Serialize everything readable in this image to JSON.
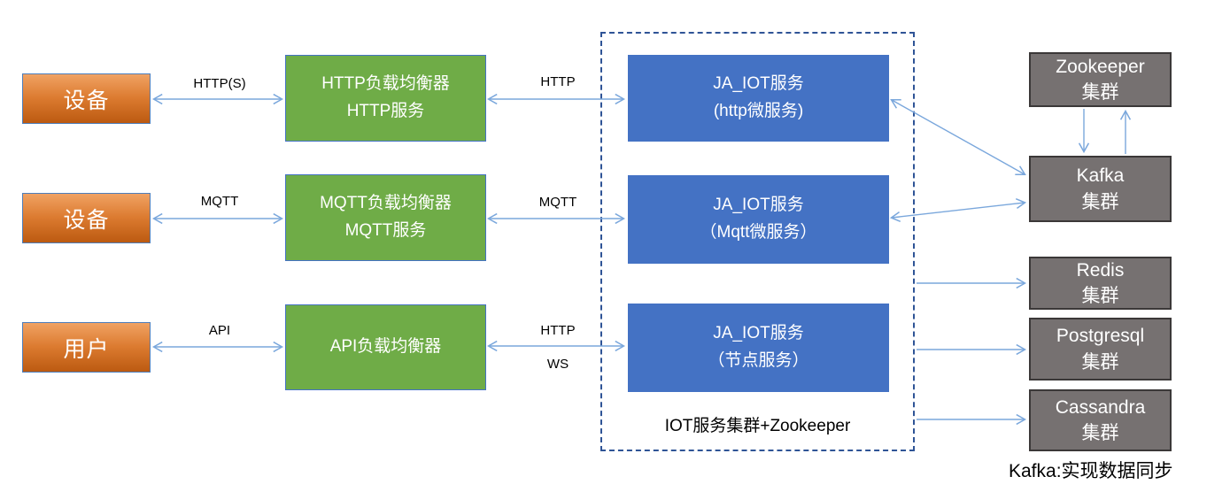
{
  "nodes": {
    "left": [
      {
        "label": "设备"
      },
      {
        "label": "设备"
      },
      {
        "label": "用户"
      }
    ],
    "balancers": [
      {
        "line1": "HTTP负载均衡器",
        "line2": "HTTP服务"
      },
      {
        "line1": "MQTT负载均衡器",
        "line2": "MQTT服务"
      },
      {
        "line1": "API负载均衡器",
        "line2": ""
      }
    ],
    "services": [
      {
        "line1": "JA_IOT服务",
        "line2": "(http微服务)"
      },
      {
        "line1": "JA_IOT服务",
        "line2": "（Mqtt微服务）"
      },
      {
        "line1": "JA_IOT服务",
        "line2": "（节点服务）"
      }
    ],
    "clusters": [
      {
        "line1": "Zookeeper",
        "line2": "集群"
      },
      {
        "line1": "Kafka",
        "line2": "集群"
      },
      {
        "line1": "Redis",
        "line2": "集群"
      },
      {
        "line1": "Postgresql",
        "line2": "集群"
      },
      {
        "line1": "Cassandra",
        "line2": "集群"
      }
    ]
  },
  "labels": {
    "https": "HTTP(S)",
    "http_row1": "HTTP",
    "mqtt_left": "MQTT",
    "mqtt_right": "MQTT",
    "api": "API",
    "http_row3": "HTTP",
    "ws": "WS",
    "cluster_caption": "IOT服务集群+Zookeeper",
    "footnote": "Kafka:实现数据同步"
  },
  "colors": {
    "orange_top": "#F0A263",
    "orange_bottom": "#BC5A11",
    "green": "#6FAC47",
    "blue": "#4472C4",
    "gray_fill": "#767171",
    "gray_border": "#3B3838",
    "dashed_border": "#2F5496",
    "arrow": "#7AA7DC",
    "label_text": "#000000",
    "box_text": "#FFFFFF"
  }
}
